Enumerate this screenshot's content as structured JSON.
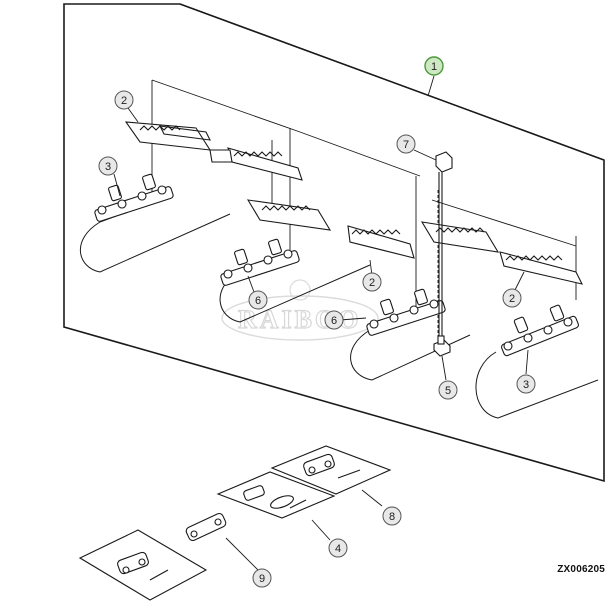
{
  "drawing_code": "ZX006205",
  "watermark": "RAIBOO",
  "callouts": [
    {
      "id": "c1-main",
      "label": "1",
      "highlight": true
    },
    {
      "id": "c2-a",
      "label": "2",
      "highlight": false
    },
    {
      "id": "c2-b",
      "label": "2",
      "highlight": false
    },
    {
      "id": "c2-c",
      "label": "2",
      "highlight": false
    },
    {
      "id": "c3-a",
      "label": "3",
      "highlight": false
    },
    {
      "id": "c3-b",
      "label": "3",
      "highlight": false
    },
    {
      "id": "c4",
      "label": "4",
      "highlight": false
    },
    {
      "id": "c5",
      "label": "5",
      "highlight": false
    },
    {
      "id": "c6-a",
      "label": "6",
      "highlight": false
    },
    {
      "id": "c6-b",
      "label": "6",
      "highlight": false
    },
    {
      "id": "c7",
      "label": "7",
      "highlight": false
    },
    {
      "id": "c8",
      "label": "8",
      "highlight": false
    },
    {
      "id": "c9",
      "label": "9",
      "highlight": false
    }
  ],
  "colors": {
    "line": "#1a1a1a",
    "callout_fill": "#e8e8e8",
    "highlight_fill": "#cfe8c4",
    "highlight_stroke": "#4a9a3a"
  }
}
